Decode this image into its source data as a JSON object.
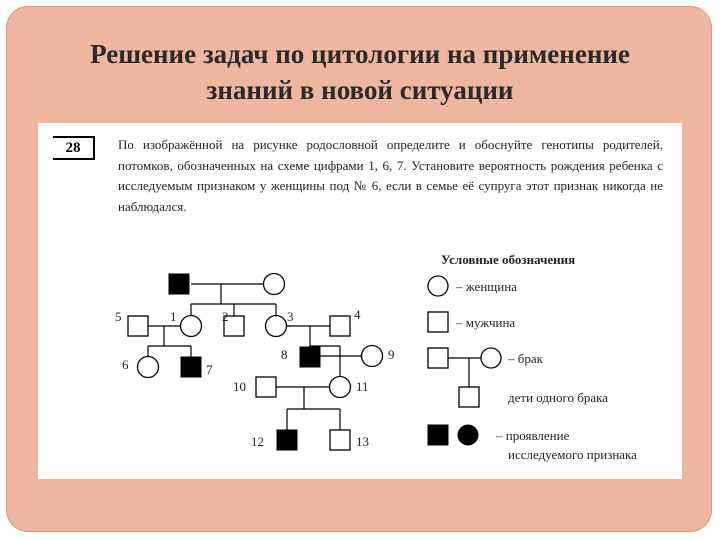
{
  "slide": {
    "title_line1": "Решение задач по цитологии на применение",
    "title_line2": "знаний  в новой ситуации"
  },
  "task": {
    "number": "28",
    "text": "По изображённой на рисунке родословной определите и обоснуйте генотипы родителей, потомков, обозначенных на схеме цифрами 1, 6, 7. Установите вероятность рождения ребенка с исследуемым признаком у женщины под № 6, если в семье её супруга этот признак никогда не наблюдался."
  },
  "pedigree": {
    "numbers": [
      "1",
      "2",
      "3",
      "4",
      "5",
      "6",
      "7",
      "8",
      "9",
      "10",
      "11",
      "12",
      "13"
    ]
  },
  "legend": {
    "title": "Условные обозначения",
    "female": "– женщина",
    "male": "– мужчина",
    "marriage": "– брак",
    "children": "дети одного брака",
    "trait_line1": "– проявление",
    "trait_line2": "исследуемого признака"
  }
}
